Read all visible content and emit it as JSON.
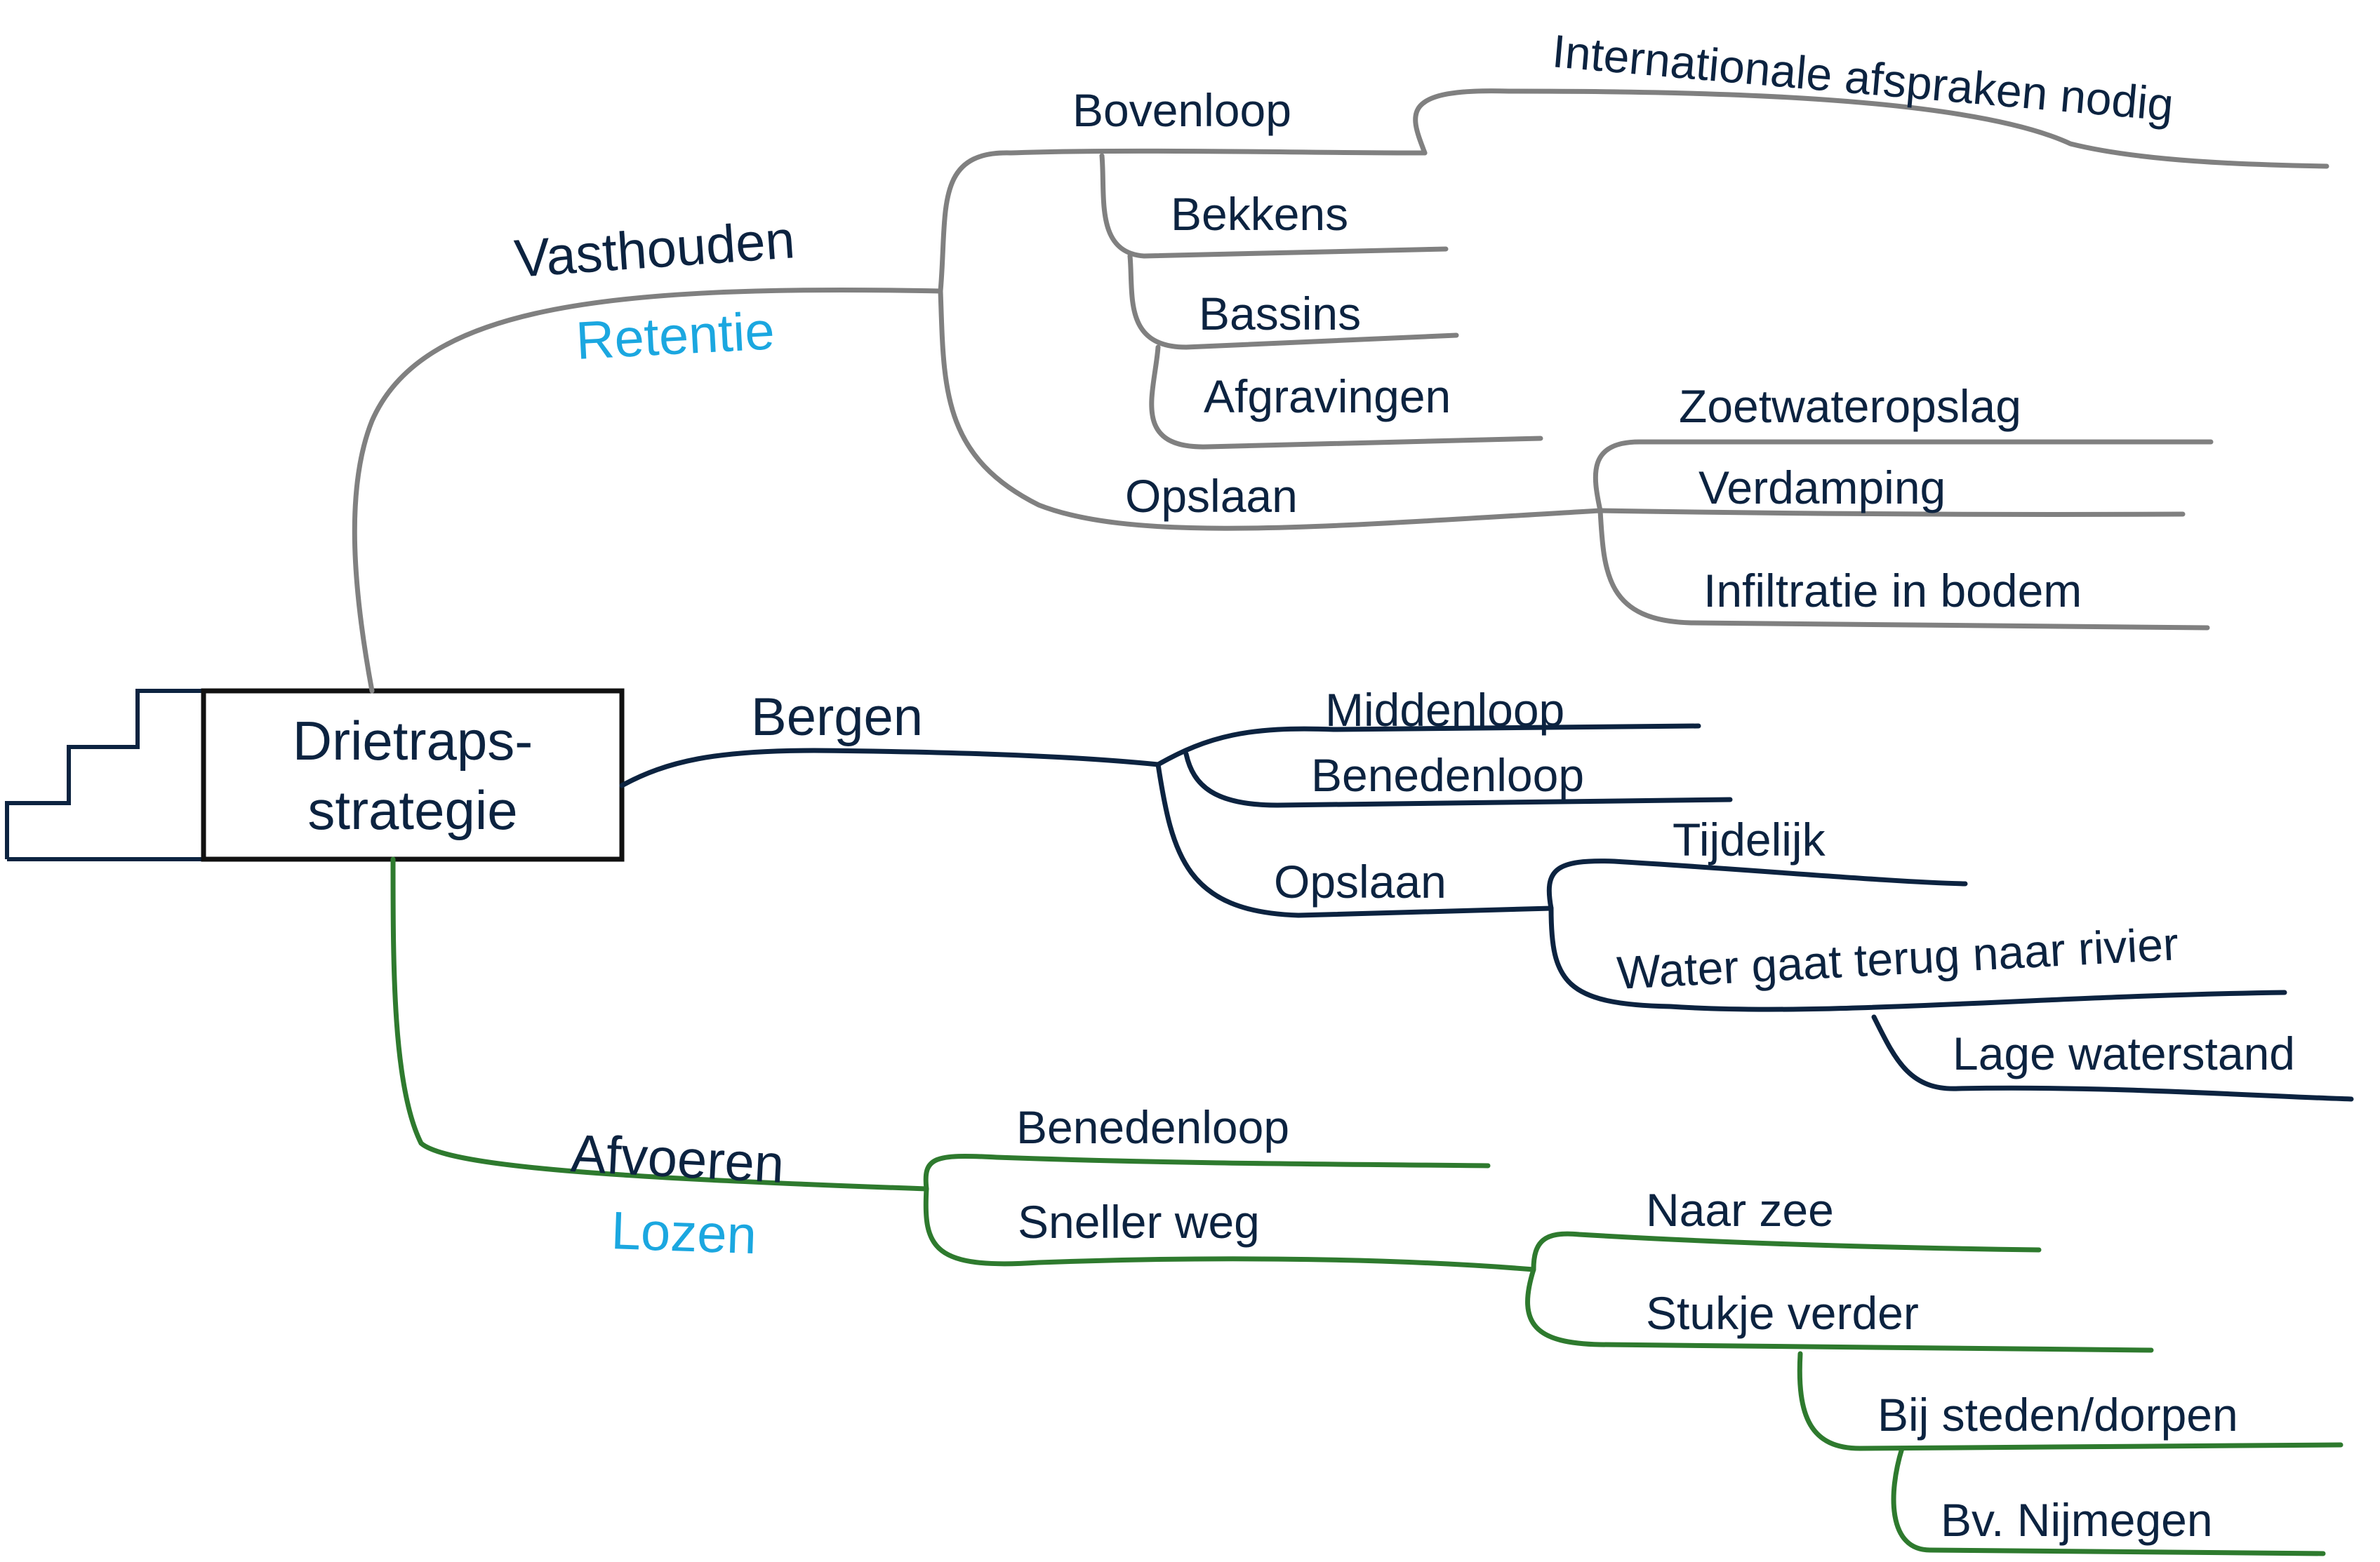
{
  "root": {
    "line1": "Drietraps-",
    "line2": "strategie"
  },
  "branches": {
    "vasthouden": {
      "label": "Vasthouden",
      "sublabel": "Retentie",
      "color": "#808080",
      "bovenloop": {
        "label": "Bovenloop",
        "note": "Internationale afspraken nodig"
      },
      "bekkens": "Bekkens",
      "bassins": "Bassins",
      "afgravingen": "Afgravingen",
      "opslaan": {
        "label": "Opslaan",
        "items": [
          "Zoetwateropslag",
          "Verdamping",
          "Infiltratie in bodem"
        ]
      }
    },
    "bergen": {
      "label": "Bergen",
      "color": "#0c2340",
      "middenloop": "Middenloop",
      "benedenloop": "Benedenloop",
      "opslaan": {
        "label": "Opslaan",
        "tijdelijk": "Tijdelijk",
        "terug": "Water gaat terug naar rivier",
        "lage": "Lage waterstand"
      }
    },
    "afvoeren": {
      "label": "Afvoeren",
      "sublabel": "Lozen",
      "color": "#2e7a2e",
      "benedenloop": "Benedenloop",
      "sneller": {
        "label": "Sneller weg",
        "naar_zee": "Naar zee",
        "stukje": {
          "label": "Stukje verder",
          "steden": "Bij steden/dorpen",
          "nijmegen": "Bv. Nijmegen"
        }
      }
    }
  },
  "colors": {
    "text": "#0c2340",
    "accent": "#1ba7e0"
  }
}
